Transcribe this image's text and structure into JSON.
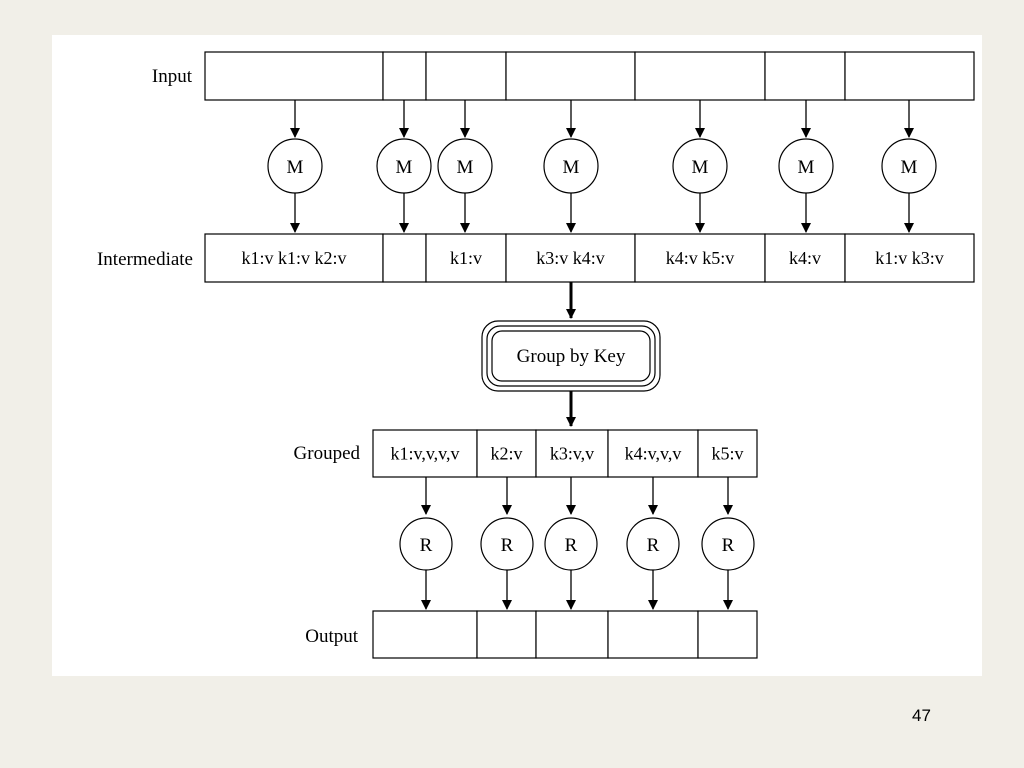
{
  "rows": {
    "input": "Input",
    "intermediate": "Intermediate",
    "grouped": "Grouped",
    "output": "Output"
  },
  "map_label": "M",
  "reduce_label": "R",
  "group_label": "Group by Key",
  "intermediate_cells": [
    "k1:v k1:v k2:v",
    "",
    "k1:v",
    "k3:v k4:v",
    "k4:v k5:v",
    "k4:v",
    "k1:v k3:v"
  ],
  "grouped_cells": [
    "k1:v,v,v,v",
    "k2:v",
    "k3:v,v",
    "k4:v,v,v",
    "k5:v"
  ],
  "page_number": "47"
}
